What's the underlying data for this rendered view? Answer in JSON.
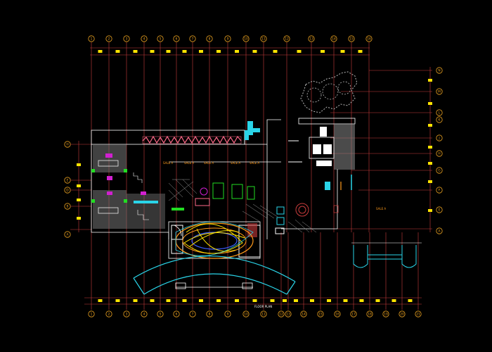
{
  "drawing": {
    "background": "#000000",
    "colors": {
      "grid_line": "#c83c3c",
      "axis_bubble": "#e8a020",
      "dim_tick": "#ffe400",
      "wall": "#ffffff",
      "cyan": "#2ad4e8",
      "orange": "#ff9a1a",
      "pink": "#ff6a8a",
      "magenta": "#d020d0",
      "green": "#22dd22",
      "hatch": "#bbbbbb",
      "gray": "#9a9a9a"
    },
    "top_axes": [
      "1",
      "2",
      "3",
      "4",
      "5",
      "6",
      "7",
      "8",
      "9",
      "10",
      "11",
      "12",
      "13",
      "14",
      "15",
      "16"
    ],
    "bottom_axes": [
      "1",
      "2",
      "3",
      "4",
      "5",
      "6",
      "7",
      "8",
      "9",
      "10",
      "11",
      "12",
      "13",
      "14",
      "15",
      "16",
      "17",
      "18",
      "19",
      "20",
      "21"
    ],
    "right_axes": [
      "N",
      "M",
      "L",
      "K",
      "J",
      "H",
      "G",
      "F",
      "E",
      "A"
    ],
    "left_axes": [
      "H",
      "E",
      "D",
      "B",
      "A"
    ],
    "plan_title": "FLOOR PLAN",
    "room_labels": [
      "SALE A",
      "SALE A",
      "SALE A",
      "SALE A",
      "SALE A",
      "SALE A"
    ],
    "icons": [
      "door-swing-icon",
      "stair-icon"
    ]
  }
}
